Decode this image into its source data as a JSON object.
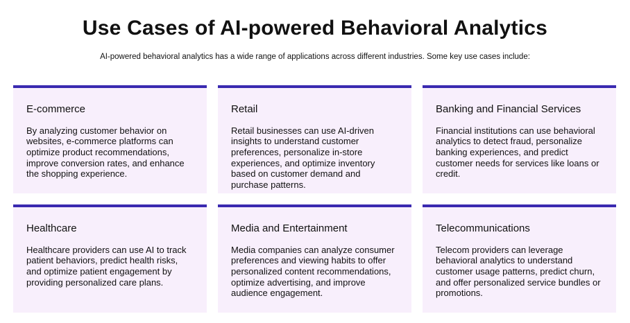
{
  "page": {
    "title": "Use Cases of AI-powered Behavioral Analytics",
    "subtitle": "AI-powered behavioral analytics has a wide range of applications across different industries. Some key use cases include:"
  },
  "colors": {
    "card_accent": "#3a2ab0",
    "card_background": "#f8effc",
    "text": "#111111",
    "page_background": "#ffffff"
  },
  "cards": [
    {
      "title": "E-commerce",
      "body": "By analyzing customer behavior on websites, e-commerce platforms can optimize product recommendations, improve conversion rates, and enhance the shopping experience."
    },
    {
      "title": "Retail",
      "body": "Retail businesses can use AI-driven insights to understand customer preferences, personalize in-store experiences, and optimize inventory based on customer demand and purchase patterns."
    },
    {
      "title": "Banking and Financial Services",
      "body": "Financial institutions can use behavioral analytics to detect fraud, personalize banking experiences, and predict customer needs for services like loans or credit."
    },
    {
      "title": "Healthcare",
      "body": "Healthcare providers can use AI to track patient behaviors, predict health risks, and optimize patient engagement by providing personalized care plans."
    },
    {
      "title": "Media and Entertainment",
      "body": "Media companies can analyze consumer preferences and viewing habits to offer personalized content recommendations, optimize advertising, and improve audience engagement."
    },
    {
      "title": "Telecommunications",
      "body": "Telecom providers can leverage behavioral analytics to understand customer usage patterns, predict churn, and offer personalized service bundles or promotions."
    }
  ]
}
